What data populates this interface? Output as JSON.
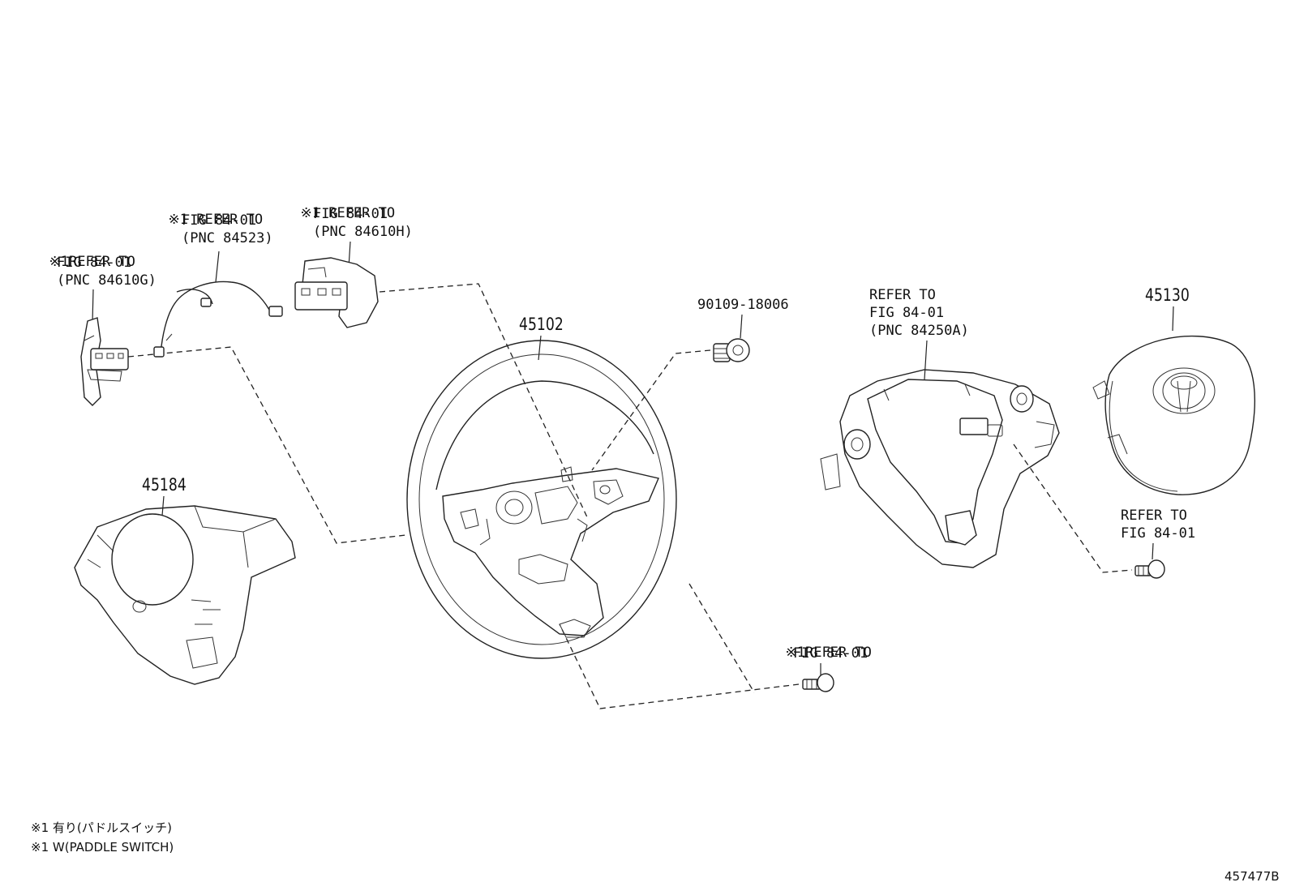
{
  "callouts": {
    "paddle_left": {
      "mark": "※1",
      "lines": [
        "REFER TO",
        "FIG 84-01",
        "(PNC 84610G)"
      ]
    },
    "wire_harness": {
      "mark": "※1",
      "lines": [
        "REFER TO",
        "FIG 84-01",
        "(PNC 84523)"
      ]
    },
    "paddle_right": {
      "mark": "※1",
      "lines": [
        "REFER TO",
        "FIG 84-01",
        "(PNC 84610H)"
      ]
    },
    "switch_assy": {
      "lines": [
        "REFER TO",
        "FIG 84-01",
        "(PNC 84250A)"
      ]
    },
    "screw_right": {
      "lines": [
        "REFER TO",
        "FIG 84-01"
      ]
    },
    "bolt_bottom": {
      "mark": "※1",
      "lines": [
        "REFER TO",
        "FIG 84-01"
      ]
    }
  },
  "parts": {
    "steering_wheel": "45102",
    "cover": "45184",
    "airbag": "45130",
    "plug": "90109-18006"
  },
  "notes": [
    "※1 有り(パドルスイッチ)",
    "※1 W(PADDLE SWITCH)"
  ],
  "figure_id": "457477B"
}
